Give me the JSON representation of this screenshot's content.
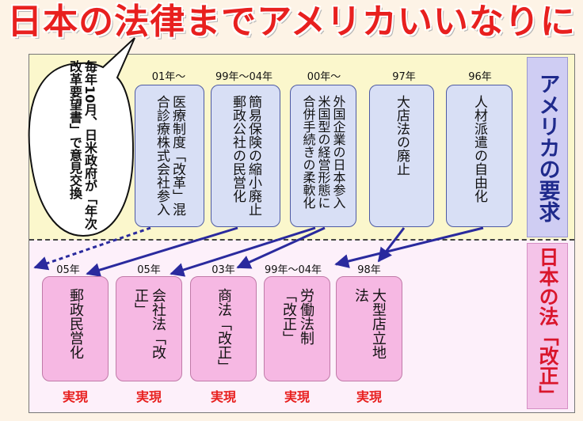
{
  "title": "日本の法律までアメリカいいなりに",
  "bubble": {
    "text": "毎年10月、日米政府が「年次改革要望書」で意見交換"
  },
  "side_labels": {
    "demand": "アメリカの要求",
    "law": "日本の法「改正」"
  },
  "demands": [
    {
      "year": "01年～",
      "text": "医療制度「改革」混合診療株式会社参入"
    },
    {
      "year": "99年～04年",
      "text": "簡易保険の縮小廃止郵政公社の民営化"
    },
    {
      "year": "00年～",
      "text": "外国企業の日本参入米国型の経営形態に合併手続きの柔軟化"
    },
    {
      "year": "97年",
      "text": "大店法の廃止"
    },
    {
      "year": "96年",
      "text": "人材派遣の自由化"
    }
  ],
  "laws": [
    {
      "year": "05年",
      "text": "郵政民営化",
      "status": "実現"
    },
    {
      "year": "05年",
      "text": "会社法「改正」",
      "status": "実現"
    },
    {
      "year": "03年",
      "text": "商法「改正」",
      "status": "実現"
    },
    {
      "year": "99年～04年",
      "text": "労働法制「改正」",
      "status": "実現"
    },
    {
      "year": "98年",
      "text": "大型店立地法",
      "status": "実現"
    }
  ],
  "colors": {
    "title": "#e8201f",
    "arrow": "#2a2a9e",
    "demand_box": "#d8dff5",
    "law_box": "#f6b8e3"
  }
}
